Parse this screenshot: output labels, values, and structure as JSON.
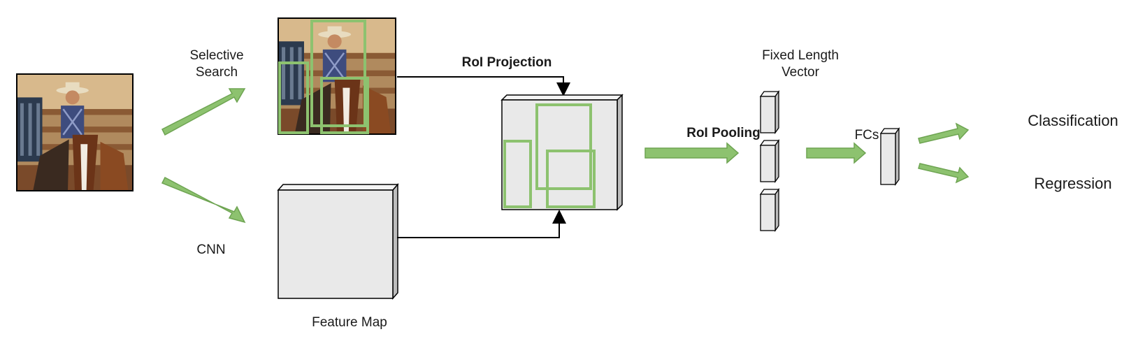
{
  "labels": {
    "selective_search_line1": "Selective",
    "selective_search_line2": "Search",
    "cnn": "CNN",
    "feature_map": "Feature Map",
    "roi_projection": "RoI Projection",
    "roi_pooling": "RoI Pooling",
    "fixed_length_line1": "Fixed Length",
    "fixed_length_line2": "Vector",
    "fcs": "FCs",
    "classification": "Classification",
    "regression": "Regression"
  },
  "colors": {
    "arrow_green": "#8dc26f",
    "arrow_green_stroke": "#6ea452",
    "box_fill": "#e9e9e9",
    "box_side": "#bdbdbd",
    "outline": "#000000"
  },
  "images": {
    "input_photo": "cowboy-on-horse-photo",
    "region_photo": "cowboy-photo-with-region-proposals"
  }
}
